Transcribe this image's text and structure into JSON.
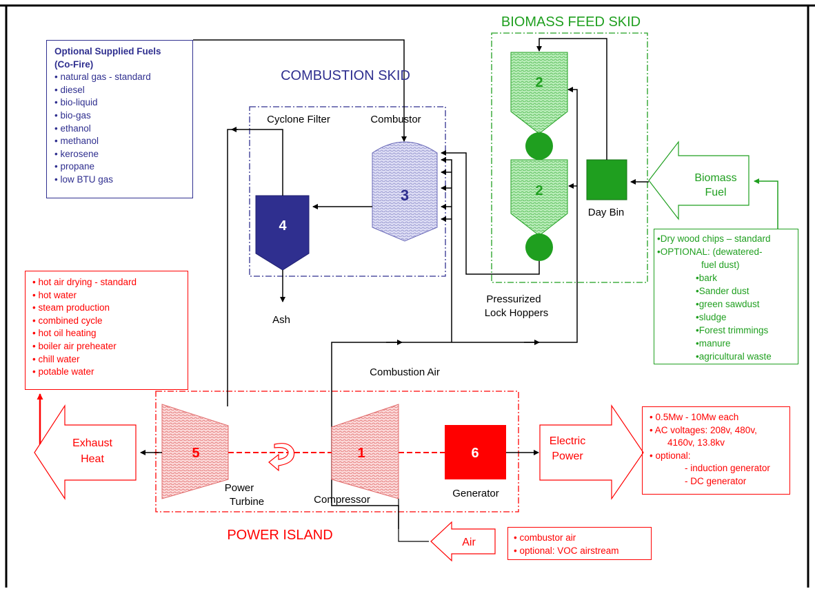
{
  "labels": {
    "biomass_feed_skid": "BIOMASS FEED SKID",
    "combustion_skid": "COMBUSTION SKID",
    "power_island": "POWER ISLAND",
    "cyclone_filter": "Cyclone Filter",
    "combustor": "Combustor",
    "ash": "Ash",
    "pressurized": "Pressurized",
    "lock_hoppers": "Lock Hoppers",
    "day_bin": "Day Bin",
    "combustion_air": "Combustion Air",
    "power": "Power",
    "turbine": "Turbine",
    "compressor": "Compressor",
    "generator": "Generator"
  },
  "components": {
    "compressor_num": "1",
    "hopper_upper_num": "2",
    "hopper_lower_num": "2",
    "combustor_num": "3",
    "cyclone_num": "4",
    "turbine_num": "5",
    "generator_num": "6"
  },
  "arrows": {
    "biomass_line1": "Biomass",
    "biomass_line2": "Fuel",
    "exhaust_line1": "Exhaust",
    "exhaust_line2": "Heat",
    "electric_line1": "Electric",
    "electric_line2": "Power",
    "air": "Air"
  },
  "fuels": {
    "title_line1": "Optional Supplied Fuels",
    "title_line2": "(Co-Fire)",
    "items": [
      "• natural gas - standard",
      "• diesel",
      "• bio-liquid",
      "• bio-gas",
      "• ethanol",
      "• methanol",
      "• kerosene",
      "• propane",
      "• low BTU gas"
    ]
  },
  "exhaust_uses": [
    "• hot air drying - standard",
    "• hot water",
    "• steam production",
    "• combined cycle",
    "• hot oil heating",
    "• boiler air preheater",
    "• chill water",
    "• potable water"
  ],
  "electric": {
    "line1": "• 0.5Mw - 10Mw each",
    "line2": "• AC voltages: 208v, 480v,",
    "line3": "4160v, 13.8kv",
    "line4": "• optional:",
    "line5": "- induction generator",
    "line6": "- DC generator"
  },
  "air_notes": [
    "• combustor air",
    "• optional: VOC airstream"
  ],
  "biomass": {
    "line1": "•Dry wood chips – standard",
    "line2": "•OPTIONAL: (dewatered-",
    "line3": "fuel dust)",
    "subitems": [
      "•bark",
      "•Sander dust",
      "•green sawdust",
      "•sludge",
      "•Forest trimmings",
      "•manure",
      "•agricultural waste"
    ]
  },
  "colors": {
    "blue": "#2f2f8f",
    "green": "#1f9f1f",
    "red": "#ff0000",
    "light_blue": "#c8c8ec",
    "light_green": "#9fdf9f",
    "light_red": "#f2a0a0"
  }
}
